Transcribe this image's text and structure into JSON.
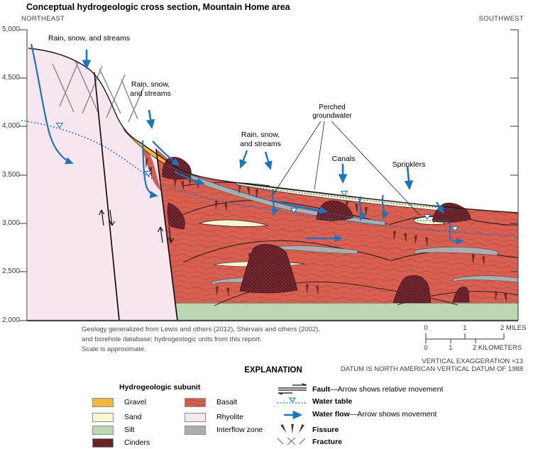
{
  "title": "Conceptual hydrogeologic cross section, Mountain Home area",
  "directions": {
    "northeast": "NORTHEAST",
    "southwest": "SOUTHWEST"
  },
  "axis": {
    "ticks": [
      "5,000",
      "4,500",
      "4,000",
      "3,500",
      "3,000",
      "2,500",
      "2,000"
    ]
  },
  "annotations": {
    "rain_upper": "Rain, snow, and streams",
    "rain_mid": [
      "Rain, snow,",
      "and streams"
    ],
    "rain_lower": [
      "Rain, snow,",
      "and streams"
    ],
    "perched": [
      "Perched",
      "groundwater"
    ],
    "canals": "Canals",
    "sprinklers": "Sprinklers"
  },
  "footnote": [
    "Geology generalized from Lewis and others (2012), Shervais and others (2002),",
    "and borehole database; hydrogeologic units from this report.",
    "Scale is approximate."
  ],
  "scale": {
    "miles": [
      "0",
      "1",
      "2 MILES"
    ],
    "kilometers": [
      "0",
      "1",
      "2 KILOMETERS"
    ]
  },
  "notes": {
    "vertical_exaggeration": "VERTICAL EXAGGERATION ×13",
    "datum": "DATUM IS NORTH AMERICAN VERTICAL DATUM OF 1988"
  },
  "legend": {
    "heading": "EXPLANATION",
    "subunit_heading": "Hydrogeologic subunit",
    "subunits": [
      {
        "label": "Gravel",
        "color": "#F2B83E"
      },
      {
        "label": "Sand",
        "color": "#F9F5D3"
      },
      {
        "label": "Silt",
        "color": "#BCD7B2"
      },
      {
        "label": "Cinders",
        "color": "#7D2B33"
      },
      {
        "label": "Basalt",
        "color": "#D95F51"
      },
      {
        "label": "Rhyolite",
        "color": "#F7E6EF"
      },
      {
        "label": "Interflow zone",
        "color": "#ADADAF"
      }
    ],
    "symbols": [
      {
        "name": "fault",
        "label_bold": "Fault",
        "label_rest": "—Arrow shows relative movement"
      },
      {
        "name": "water-table",
        "label_bold": "Water table",
        "label_rest": ""
      },
      {
        "name": "water-flow",
        "label_bold": "Water flow",
        "label_rest": "—Arrow shows movement"
      },
      {
        "name": "fissure",
        "label_bold": "Fissure",
        "label_rest": ""
      },
      {
        "name": "fracture",
        "label_bold": "Fracture",
        "label_rest": ""
      }
    ]
  },
  "colors": {
    "basalt": "#D95F51",
    "basalt_lines": "#A8453C",
    "rhyolite": "#F7E6EF",
    "gravel": "#F2B83E",
    "sand": "#F9F5D3",
    "silt": "#BCD7B2",
    "cinders": "#7D2B33",
    "cinders_dark": "#571B22",
    "interflow": "#ADADAF",
    "water": "#1B74BC",
    "fault": "#111111",
    "fracture": "#8C8C8C",
    "outline": "#241911",
    "axis": "#333333"
  }
}
